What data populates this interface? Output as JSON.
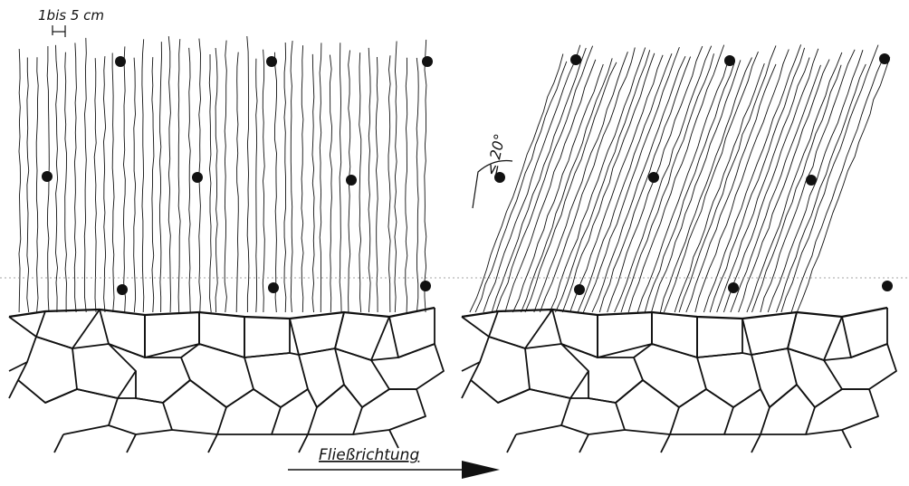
{
  "labels": {
    "spacing": "1bis 5 cm",
    "angle": "≤ 20°",
    "flow_direction": "Fließrichtung"
  },
  "colors": {
    "ink": "#111111",
    "background": "#ffffff"
  },
  "panels": [
    {
      "id": "left",
      "description_key": "vertical-fibers",
      "tilt_deg": 0
    },
    {
      "id": "right",
      "description_key": "tilted-fibers",
      "tilt_deg": 20
    }
  ]
}
